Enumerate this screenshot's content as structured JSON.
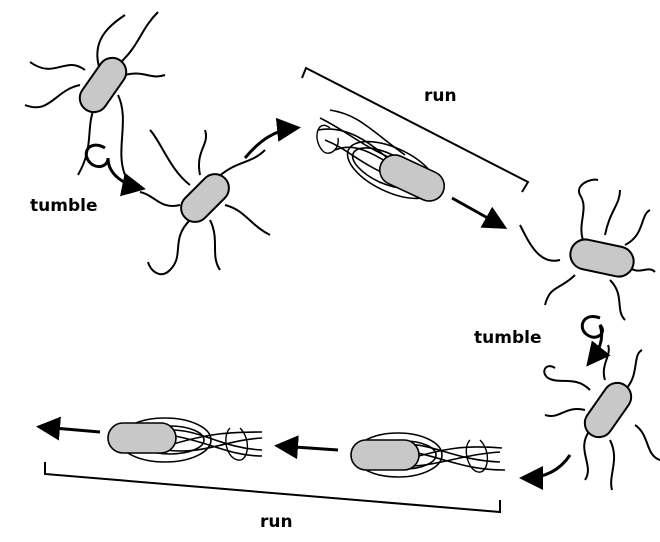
{
  "labels": {
    "tumble_top": "tumble",
    "run_top": "run",
    "tumble_right": "tumble",
    "run_bottom": "run"
  },
  "colors": {
    "cell_fill": "#c8c8c8",
    "outline": "#000000"
  }
}
